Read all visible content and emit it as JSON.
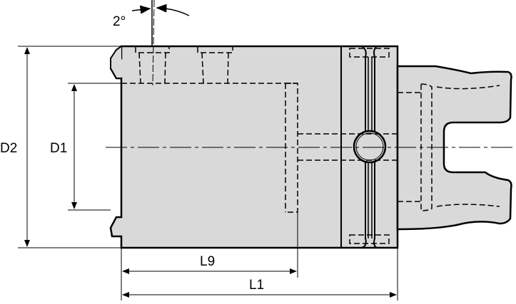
{
  "labels": {
    "angle": "2°",
    "d2": "D2",
    "d1": "D1",
    "l9": "L9",
    "l1": "L1"
  },
  "colors": {
    "body_fill": "#d9d9d9",
    "line": "#000000"
  }
}
